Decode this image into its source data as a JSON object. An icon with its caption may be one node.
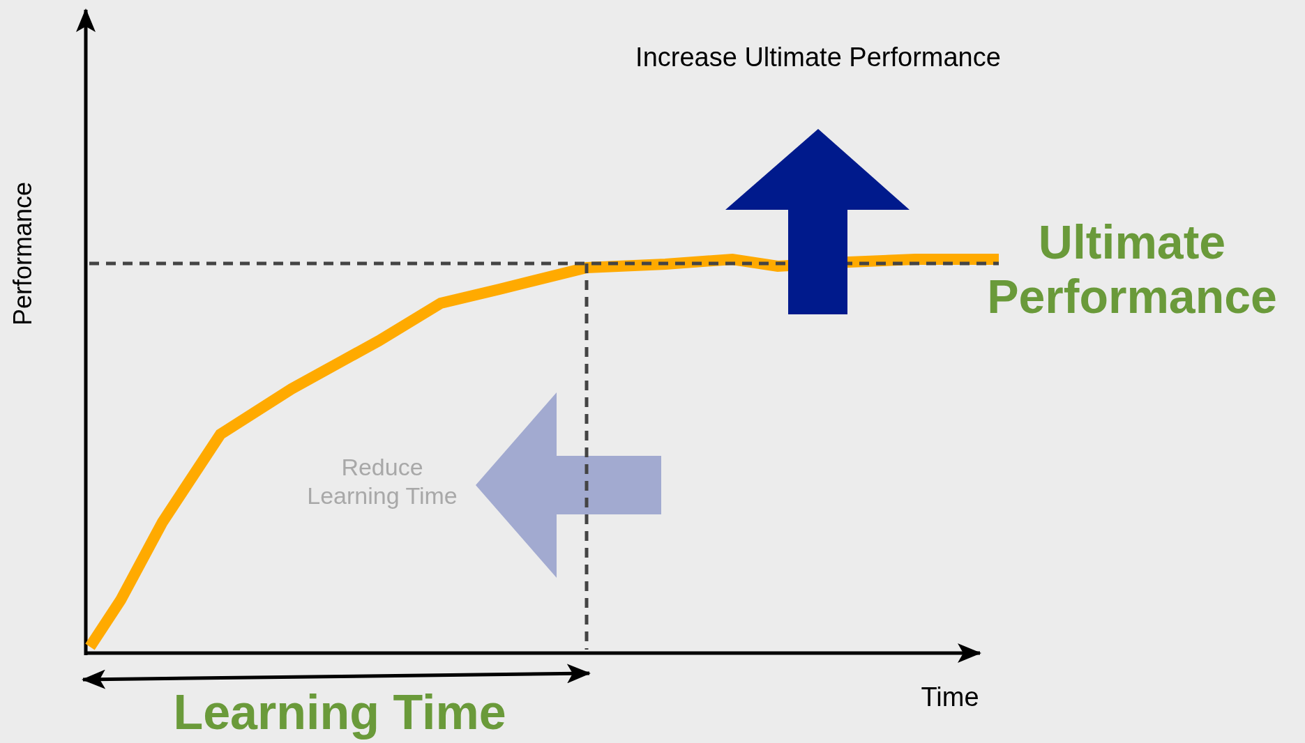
{
  "diagram": {
    "labels": [
      "Increase Ultimate Performance",
      "Performance",
      "Ultimate Performance",
      "Reduce Learning Time",
      "Time",
      "Learning Time"
    ]
  }
}
